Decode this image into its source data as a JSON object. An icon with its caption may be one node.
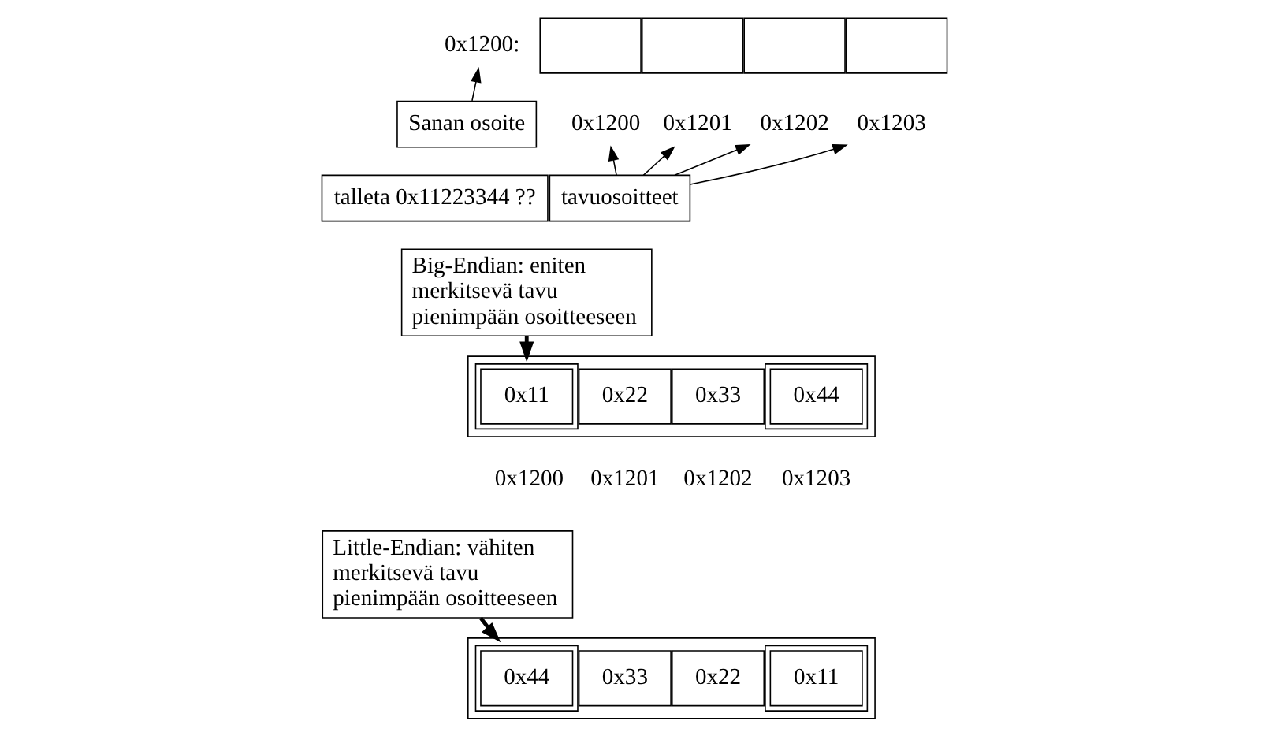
{
  "diagram": {
    "nodes": [
      {
        "text": [
          "0x1200:"
        ]
      },
      {
        "text": [],
        "shape": "box"
      },
      {
        "text": [],
        "shape": "box"
      },
      {
        "text": [],
        "shape": "box"
      },
      {
        "text": [],
        "shape": "box"
      },
      {
        "text": [
          "0x1200"
        ]
      },
      {
        "text": [
          "0x1201"
        ]
      },
      {
        "text": [
          "0x1202"
        ]
      },
      {
        "text": [
          "0x1203"
        ]
      },
      {
        "text": [
          "Sanan osoite"
        ]
      },
      {
        "text": [
          "talleta 0x11223344 ??"
        ]
      },
      {
        "text": [
          "tavuosoitteet"
        ]
      },
      {
        "text": [
          "Big-Endian: eniten merkitsevä tavu pienimpään osoitteeseen"
        ]
      },
      {
        "text": [],
        "shape": "box"
      },
      {
        "text": [
          "0x11"
        ],
        "in": 13
      },
      {
        "text": [
          "0x22"
        ],
        "in": 13
      },
      {
        "text": [
          "0x33"
        ],
        "in": 13
      },
      {
        "text": [
          "0x44"
        ],
        "in": 13
      },
      {
        "text": [
          "Little-Endian: vähiten merkitsevä tavu pienimpään osoitteeseen"
        ]
      },
      {
        "text": [],
        "shape": "box"
      },
      {
        "text": [
          "0x44"
        ],
        "in": 19
      },
      {
        "text": [
          "0x33"
        ],
        "in": 19
      },
      {
        "text": [
          "0x22"
        ],
        "in": 19
      },
      {
        "text": [
          "0x11"
        ],
        "in": 19
      }
    ],
    "edges": [
      {
        "from": 9,
        "to": 0,
        "arrow": "to"
      },
      {
        "from": 11,
        "to": 5,
        "arrow": "to"
      },
      {
        "from": 11,
        "to": 6,
        "arrow": "to"
      },
      {
        "from": 11,
        "to": 7,
        "arrow": "to"
      },
      {
        "from": 11,
        "to": 8,
        "arrow": "to"
      },
      {
        "from": 12,
        "to": 13,
        "arrow": "to",
        "style": "thick"
      },
      {
        "from": 18,
        "to": 19,
        "arrow": "to",
        "style": "thick"
      }
    ],
    "labels": [
      "0x1200",
      "0x1201",
      "0x1202",
      "0x1203"
    ]
  }
}
